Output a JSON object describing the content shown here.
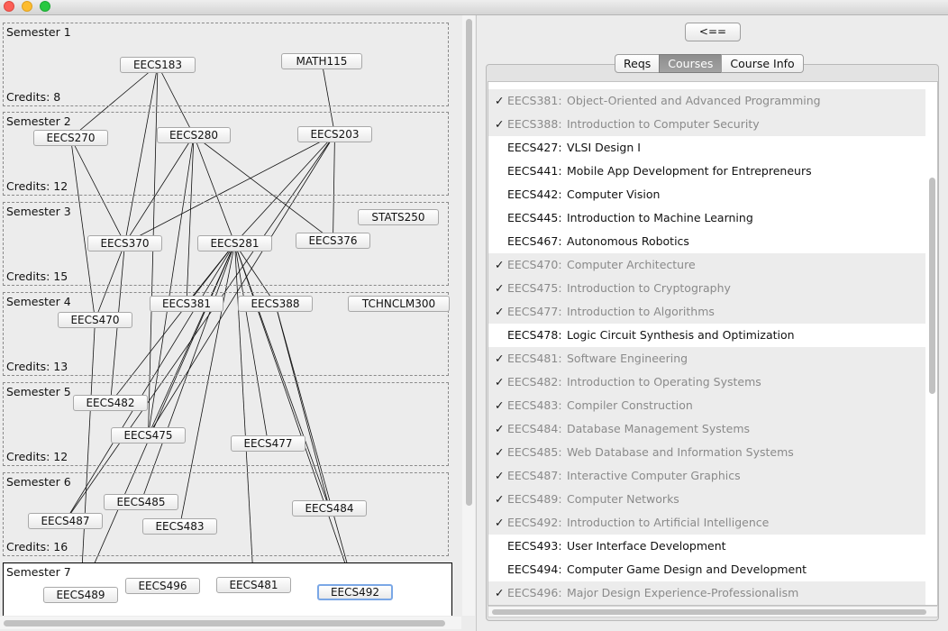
{
  "window": {
    "traffic_lights": [
      {
        "name": "close",
        "color": "#fc5f57"
      },
      {
        "name": "minimize",
        "color": "#fdbc2e"
      },
      {
        "name": "maximize",
        "color": "#28c840"
      }
    ]
  },
  "plan": {
    "semesters": [
      {
        "title": "Semester 1",
        "credits": "Credits: 8"
      },
      {
        "title": "Semester 2",
        "credits": "Credits: 12"
      },
      {
        "title": "Semester 3",
        "credits": "Credits: 15"
      },
      {
        "title": "Semester 4",
        "credits": "Credits: 13"
      },
      {
        "title": "Semester 5",
        "credits": "Credits: 12"
      },
      {
        "title": "Semester 6",
        "credits": "Credits: 16"
      },
      {
        "title": "Semester 7",
        "credits": ""
      }
    ],
    "courses": {
      "EECS183": "EECS183",
      "MATH115": "MATH115",
      "EECS270": "EECS270",
      "EECS280": "EECS280",
      "EECS203": "EECS203",
      "EECS370": "EECS370",
      "EECS281": "EECS281",
      "EECS376": "EECS376",
      "STATS250": "STATS250",
      "EECS470": "EECS470",
      "EECS381": "EECS381",
      "EECS388": "EECS388",
      "TCHNCLM300": "TCHNCLM300",
      "EECS482": "EECS482",
      "EECS475": "EECS475",
      "EECS477": "EECS477",
      "EECS485": "EECS485",
      "EECS487": "EECS487",
      "EECS483": "EECS483",
      "EECS484": "EECS484",
      "EECS489": "EECS489",
      "EECS496": "EECS496",
      "EECS481": "EECS481",
      "EECS492": "EECS492"
    },
    "selected_course": "EECS492"
  },
  "right": {
    "back_button": "<==",
    "tabs": [
      {
        "label": "Reqs",
        "active": false
      },
      {
        "label": "Courses",
        "active": true
      },
      {
        "label": "Course Info",
        "active": false
      }
    ],
    "check_glyph": "✓",
    "course_list": [
      {
        "code": "EECS381:",
        "title": "Object-Oriented and Advanced Programming",
        "taken": true
      },
      {
        "code": "EECS388:",
        "title": "Introduction to Computer Security",
        "taken": true
      },
      {
        "code": "EECS427:",
        "title": "VLSI Design I",
        "taken": false
      },
      {
        "code": "EECS441:",
        "title": "Mobile App Development for Entrepreneurs",
        "taken": false
      },
      {
        "code": "EECS442:",
        "title": "Computer Vision",
        "taken": false
      },
      {
        "code": "EECS445:",
        "title": "Introduction to Machine Learning",
        "taken": false
      },
      {
        "code": "EECS467:",
        "title": "Autonomous Robotics",
        "taken": false
      },
      {
        "code": "EECS470:",
        "title": "Computer Architecture",
        "taken": true
      },
      {
        "code": "EECS475:",
        "title": "Introduction to Cryptography",
        "taken": true
      },
      {
        "code": "EECS477:",
        "title": "Introduction to Algorithms",
        "taken": true
      },
      {
        "code": "EECS478:",
        "title": "Logic Circuit Synthesis and Optimization",
        "taken": false
      },
      {
        "code": "EECS481:",
        "title": "Software Engineering",
        "taken": true
      },
      {
        "code": "EECS482:",
        "title": "Introduction to Operating Systems",
        "taken": true
      },
      {
        "code": "EECS483:",
        "title": "Compiler Construction",
        "taken": true
      },
      {
        "code": "EECS484:",
        "title": "Database Management Systems",
        "taken": true
      },
      {
        "code": "EECS485:",
        "title": "Web Database and Information Systems",
        "taken": true
      },
      {
        "code": "EECS487:",
        "title": "Interactive Computer Graphics",
        "taken": true
      },
      {
        "code": "EECS489:",
        "title": "Computer Networks",
        "taken": true
      },
      {
        "code": "EECS492:",
        "title": "Introduction to Artificial Intelligence",
        "taken": true
      },
      {
        "code": "EECS493:",
        "title": "User Interface Development",
        "taken": false
      },
      {
        "code": "EECS494:",
        "title": "Computer Game Design and Development",
        "taken": false
      },
      {
        "code": "EECS496:",
        "title": "Major Design Experience-Professionalism",
        "taken": true
      }
    ]
  }
}
